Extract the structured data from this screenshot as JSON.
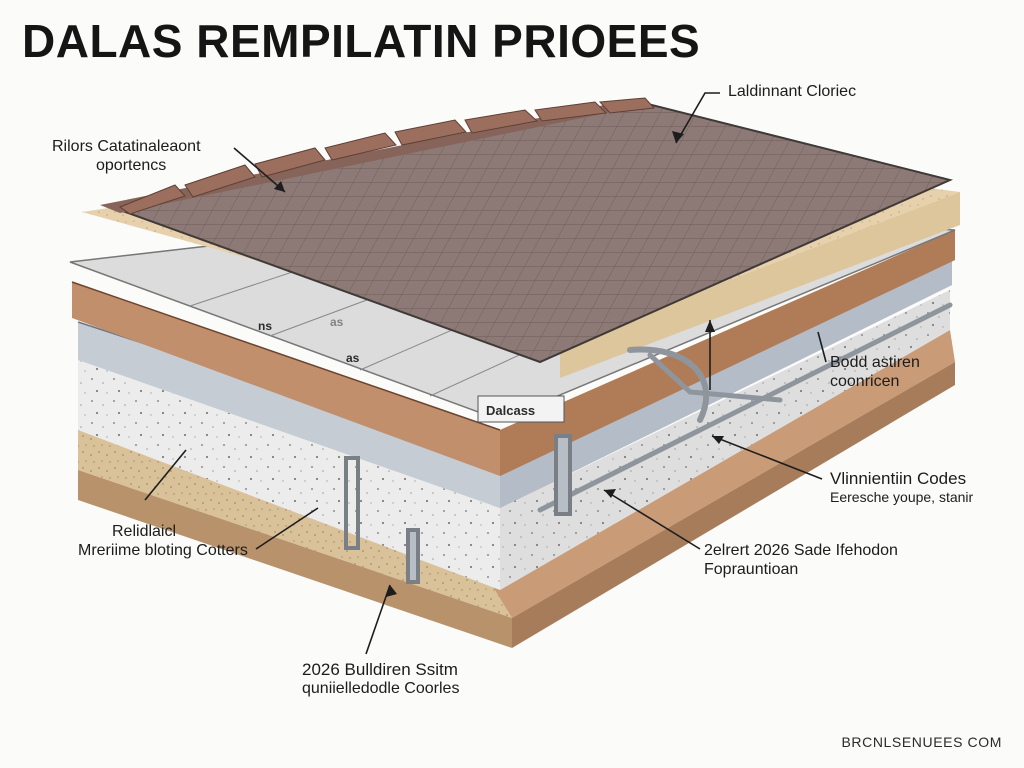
{
  "title": "DALAS REMPILATIN PRIOEES",
  "callouts": {
    "top_right": {
      "line1": "Laldinnant Cloriec"
    },
    "top_left": {
      "line1": "Rilors Catatinaleaont",
      "line2": "oportencs"
    },
    "mid_right": {
      "line1": "Bodd astiren",
      "line2": "coonricen"
    },
    "right_lower": {
      "line1": "Vlinnientiin Codes",
      "line2": "Eeresche youpe, stanir"
    },
    "left_lower": {
      "line1": "Relidlaicl",
      "line2": "Mreriime bloting Cotters"
    },
    "bottom_right": {
      "line1": "2elrert 2026 Sade Ifehodon",
      "line2": "Foprauntioan"
    },
    "bottom_center": {
      "line1": "2026 Bulldiren Ssitm",
      "line2": "quniielledodle Coorles"
    }
  },
  "layer_marks": {
    "a": "ns",
    "b": "as",
    "c": "as",
    "d": "Dalcass"
  },
  "footer": "BRCNLSENUEES COM",
  "colors": {
    "shingle": "#8d7a75",
    "shingle_edge": "#6f4f44",
    "sand": "#e5cfa9",
    "steel": "#c8cdd4",
    "wood": "#bf8d6b",
    "concrete": "#e9e9e9",
    "base": "#d8c39c"
  }
}
